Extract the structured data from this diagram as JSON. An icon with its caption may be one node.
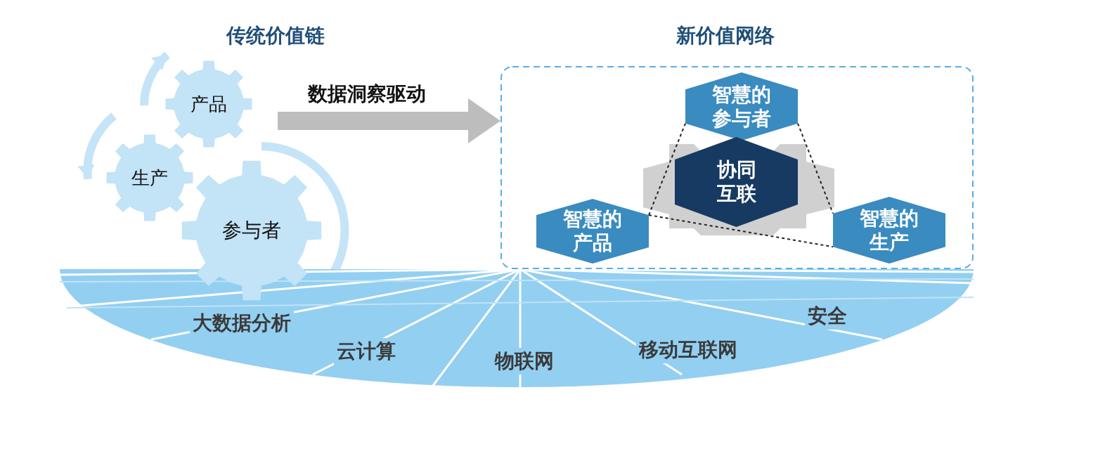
{
  "diagram": {
    "nodes": [
      {
        "text": [
          "产品"
        ]
      },
      {
        "text": [
          "生产"
        ]
      },
      {
        "text": [
          "参与者"
        ]
      },
      {
        "text": [
          "新价值网络"
        ]
      },
      {
        "text": [
          "智慧的参与者"
        ],
        "in": 3
      },
      {
        "text": [
          "协同互联"
        ],
        "in": 3
      },
      {
        "text": [
          "智慧的产品"
        ],
        "in": 3
      },
      {
        "text": [
          "智慧的生产"
        ],
        "in": 3
      },
      {
        "text": [
          "大数据分析",
          "云计算",
          "物联网",
          "移动互联网",
          "安全"
        ]
      }
    ],
    "edges": [
      {
        "from": null,
        "to": 3,
        "arrow": "to",
        "label": "数据洞察驱动",
        "color": "#bdbdbd"
      },
      {
        "from": 4,
        "to": 6,
        "arrow": "none",
        "style": "dashed"
      },
      {
        "from": 4,
        "to": 7,
        "arrow": "none",
        "style": "dashed"
      },
      {
        "from": 6,
        "to": 7,
        "arrow": "none",
        "style": "dashed"
      }
    ],
    "labels": [
      "传统价值链"
    ]
  }
}
